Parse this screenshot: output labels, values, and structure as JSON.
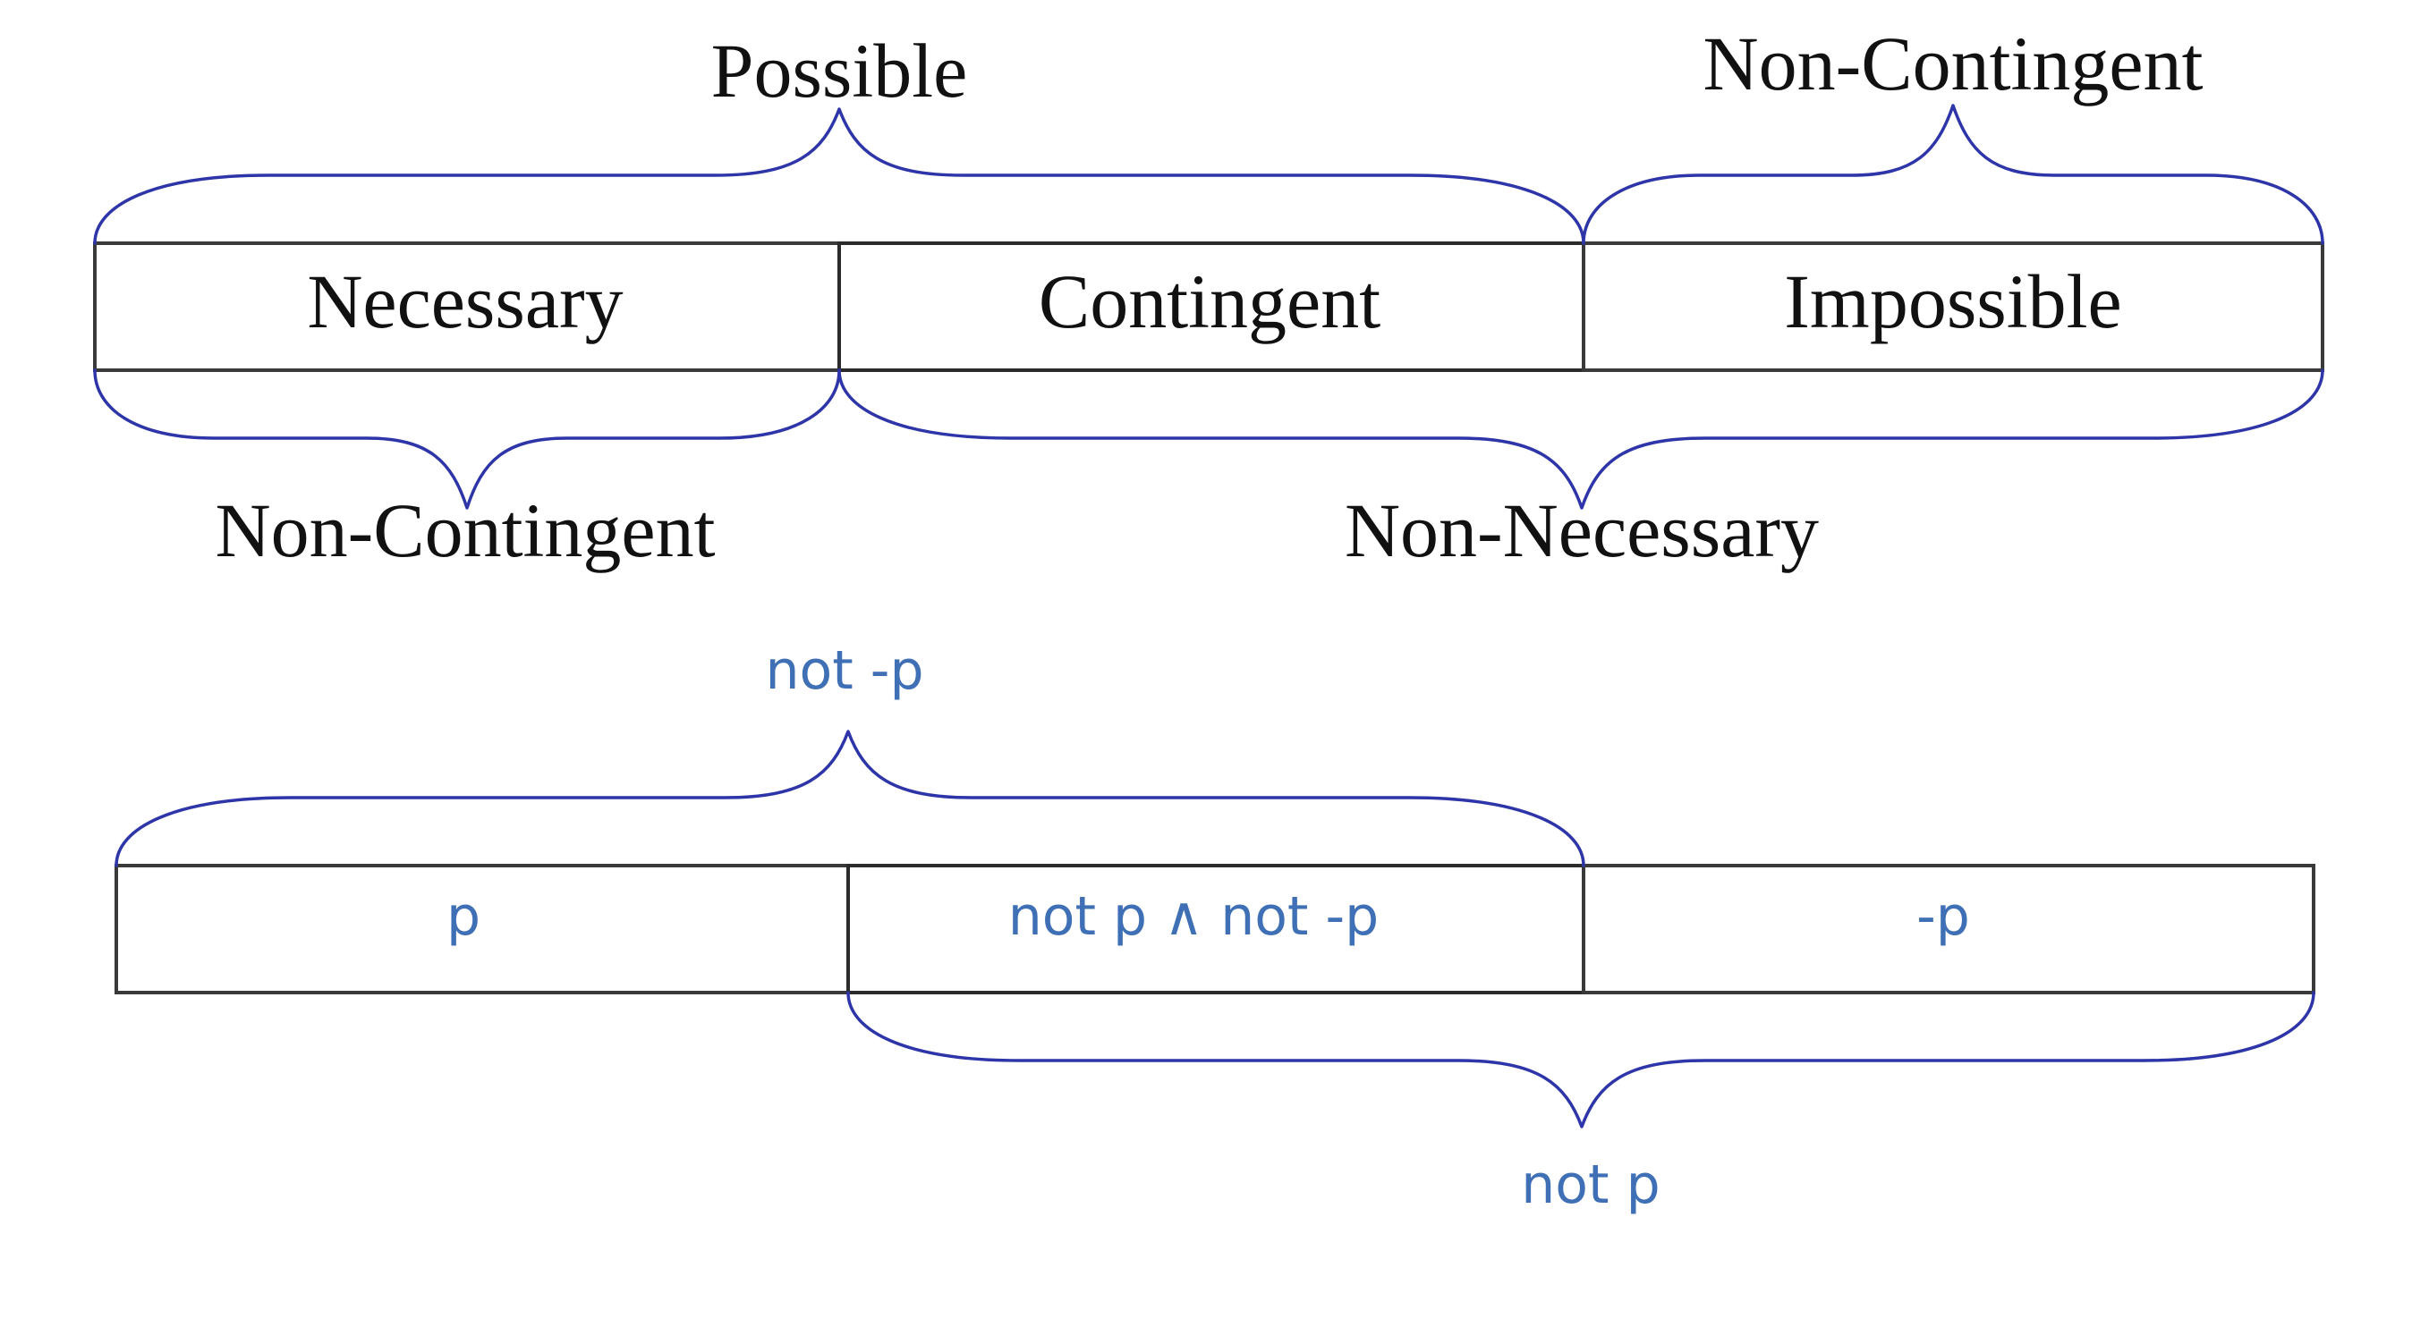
{
  "modal_diagram": {
    "cells": {
      "necessary": "Necessary",
      "contingent": "Contingent",
      "impossible": "Impossible"
    },
    "braces": {
      "possible": "Possible",
      "non_contingent_top": "Non-Contingent",
      "non_contingent_bottom": "Non-Contingent",
      "non_necessary": "Non-Necessary"
    }
  },
  "logic_diagram": {
    "cells": {
      "p": "p",
      "neither": "not p ∧ not -p",
      "neg_p": "-p"
    },
    "braces": {
      "not_neg_p": "not -p",
      "not_p": "not p"
    }
  },
  "colors": {
    "brace_stroke": "#2e35a8",
    "logic_text": "#3f6fb5",
    "modal_text": "#111111",
    "box_stroke": "#3a3a3a"
  }
}
